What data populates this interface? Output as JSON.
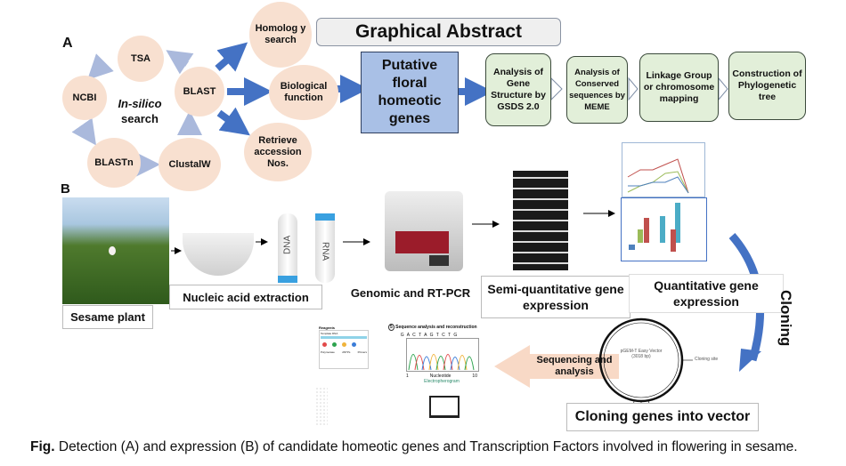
{
  "panel_a": {
    "label": "A",
    "center_text": {
      "line1": "In-silico",
      "line2": "search"
    },
    "circles": {
      "tsa": "TSA",
      "ncbi": "NCBI",
      "blastn": "BLASTn",
      "clustalw": "ClustalW",
      "blast": "BLAST",
      "homology": "Homolog y search",
      "biological": "Biological function",
      "retrieve": "Retrieve accession Nos."
    },
    "title": "Graphical Abstract",
    "putative": "Putative floral homeotic genes",
    "steps": [
      "Analysis of Gene Structure by GSDS 2.0",
      "Analysis of Conserved sequences by MEME",
      "Linkage Group or chromosome mapping",
      "Construction of Phylogenetic tree"
    ]
  },
  "panel_b": {
    "label": "B",
    "sesame": "Sesame plant",
    "extraction": "Nucleic acid extraction",
    "tube_dna": "DNA",
    "tube_rna": "RNA",
    "pcr": "Genomic and RT-PCR",
    "semi": "Semi-quantitative gene expression",
    "quant": "Quantitative gene expression",
    "cloning": "Cloning",
    "vector": "Cloning genes into vector",
    "plasmid": {
      "name": "pGEM-T Easy Vector",
      "size": "(3018 bp)",
      "site": "Cloning site"
    },
    "sequencing": "Sequencing and analysis",
    "seq_panel": {
      "title": "Sequence analysis and reconstruction",
      "step": "5",
      "bases": "G A C T A G T C T G",
      "axis_start": "1",
      "axis_end": "10",
      "axis_label": "Nucleotide",
      "caption": "Electropherogram"
    },
    "reagents": {
      "title": "Reagents",
      "template": "Template DNA",
      "polymerase": "Polymerase",
      "dntps": "dNTPs",
      "primers": "Primers"
    }
  },
  "caption": {
    "prefix": "Fig.",
    "text": " Detection (A) and expression (B) of candidate homeotic genes and Transcription Factors involved in flowering in sesame."
  },
  "colors": {
    "circle": "#f8e0d0",
    "arrow_blue": "#4472c4",
    "arrow_light": "#aab9dc",
    "step_fill": "#e2efd9",
    "putative_fill": "#a9c0e6",
    "seq_arrow": "#f8d9c6"
  }
}
